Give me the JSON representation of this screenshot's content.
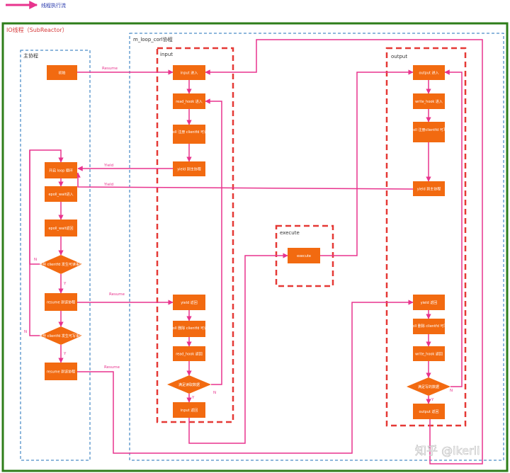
{
  "legend": {
    "label": "线程执行流"
  },
  "frames": {
    "io_thread": "IO线程（SubReactor）",
    "main_coroutine": "主协程",
    "loop_coroutine": "m_loop_corl协程",
    "input": "input",
    "output": "output",
    "execute": "execute"
  },
  "main": {
    "init": "初始",
    "loop_start": "开启 loop 循环",
    "epoll_wait_enter": "epoll_wait进入",
    "epoll_wait_return": "epoll_wait返回",
    "decision1": "某些 clientfd 发生可读事件",
    "resume1": "resume 到该协程",
    "decision2": "某些 clientfd 发生可写事件",
    "resume2": "resume 到该协程"
  },
  "input_box": {
    "read_enter": "input 进入",
    "read_hook_enter": "read_hook 进入",
    "register_epoll": "在 epoll 注册 clientfd 可读事件",
    "yield": "yield 到主协程",
    "yield_return": "yield 返回",
    "remove_epoll": "在 epoll 删除 clientfd 可读事件",
    "read_hook_return": "read_hook 返回",
    "decision": "满足读取数据",
    "read_return": "input 返回"
  },
  "execute_box": {
    "node": "execute"
  },
  "output_box": {
    "write_enter": "output 进入",
    "write_hook_enter": "write_hook 进入",
    "register_epoll": "在 epoll 注册clientfd 可写事件",
    "yield": "yield 到主协程",
    "yield_return": "yield 返回",
    "remove_epoll": "在 epoll 删除 clientfd 可写事件",
    "write_hook_return": "write_hook 返回",
    "decision": "满足写的数据",
    "write_return": "output 返回"
  },
  "edge_labels": {
    "resume_a": "Resume",
    "yield_a": "Yield",
    "yield_b": "Yield",
    "resume_b": "Resume",
    "resume_c": "Resume",
    "n1": "N",
    "y1": "Y",
    "n2": "N",
    "y2": "Y",
    "n_in": "N",
    "y_in": "Y",
    "n_out": "N",
    "y_out": "Y"
  },
  "watermark": "知乎 @ikerli",
  "colors": {
    "flow": "#e8348e",
    "node": "#f26a10",
    "outer_frame": "#2e7d1a",
    "section_frame": "#e53935",
    "coroutine_frame": "#1e6fb8"
  }
}
